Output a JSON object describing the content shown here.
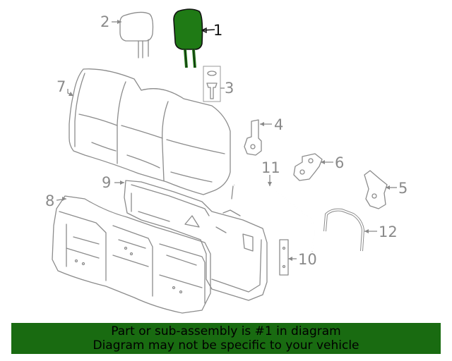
{
  "colors": {
    "highlight": "#1f7a15",
    "banner": "#196b11",
    "line": "#8c8c8c"
  },
  "callouts": [
    {
      "num": "1",
      "part": "headrest",
      "highlighted": true
    },
    {
      "num": "2",
      "part": "headrest"
    },
    {
      "num": "3",
      "part": "guide"
    },
    {
      "num": "4",
      "part": "bracket"
    },
    {
      "num": "5",
      "part": "hinge"
    },
    {
      "num": "6",
      "part": "hinge"
    },
    {
      "num": "7",
      "part": "seat-back-cushion"
    },
    {
      "num": "8",
      "part": "seat-back-frame-trim"
    },
    {
      "num": "9",
      "part": "seat-back-frame"
    },
    {
      "num": "10",
      "part": "strap"
    },
    {
      "num": "11",
      "part": "wire"
    },
    {
      "num": "12",
      "part": "wire"
    }
  ],
  "banner": {
    "line1": "Part or sub-assembly is #1 in diagram",
    "line2": "Diagram may not be specific to your vehicle"
  }
}
